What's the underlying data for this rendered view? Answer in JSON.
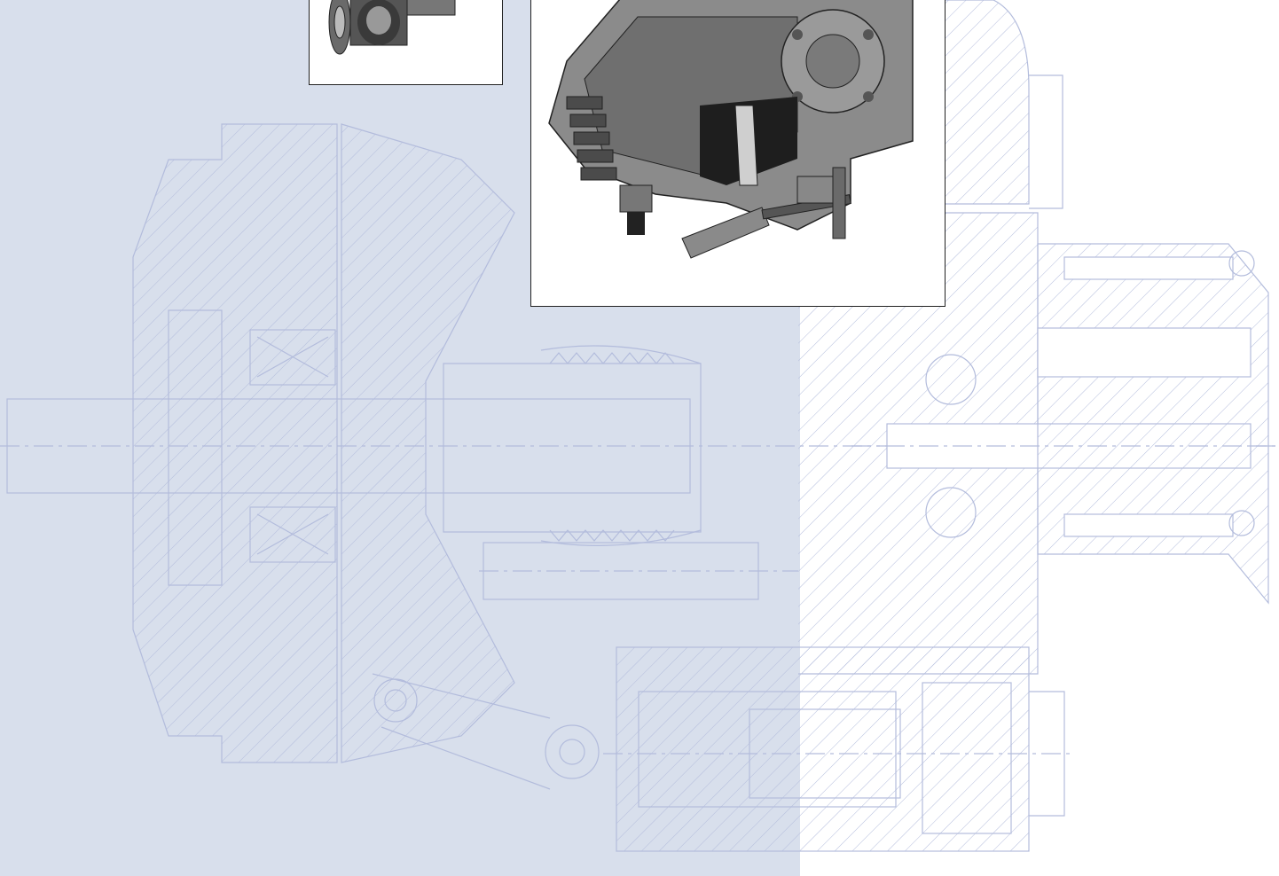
{
  "document": {
    "description_visible_text": "",
    "colors": {
      "left_panel_bg": "#d8dfec",
      "right_panel_bg": "#ffffff",
      "line_color": "#b3bcdc",
      "photo_border": "#222222"
    }
  },
  "images": {
    "small_photo": {
      "icon": "motor-component-photo"
    },
    "large_photo": {
      "icon": "pump-cutaway-photo"
    }
  },
  "drawing": {
    "icon": "hydraulic-pump-cross-section-drawing"
  }
}
